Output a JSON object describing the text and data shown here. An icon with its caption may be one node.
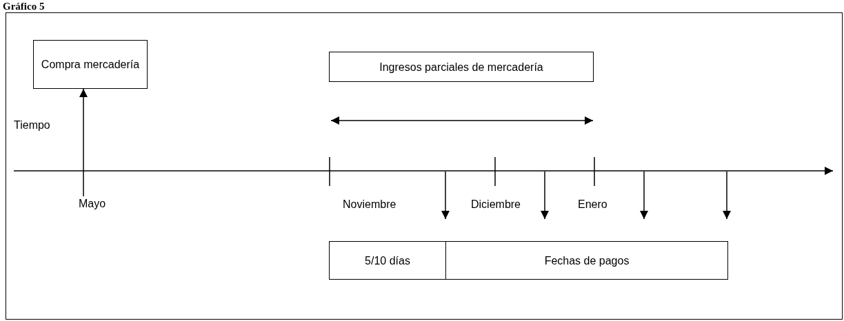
{
  "diagram": {
    "title": "Gráfico 5",
    "nodes": [
      {
        "text": [
          "Compra mercadería"
        ]
      },
      {
        "text": [
          "Mayo"
        ]
      },
      {
        "text": [
          "Ingresos parciales de mercadería"
        ]
      },
      {
        "text": [
          "5/10 días"
        ]
      },
      {
        "text": [
          "Fechas de pagos"
        ]
      }
    ],
    "edges": [
      {
        "from": 1,
        "to": 0,
        "arrow": "to"
      }
    ],
    "labels": [
      "Tiempo",
      "Noviembre",
      "Diciembre",
      "Enero"
    ]
  }
}
